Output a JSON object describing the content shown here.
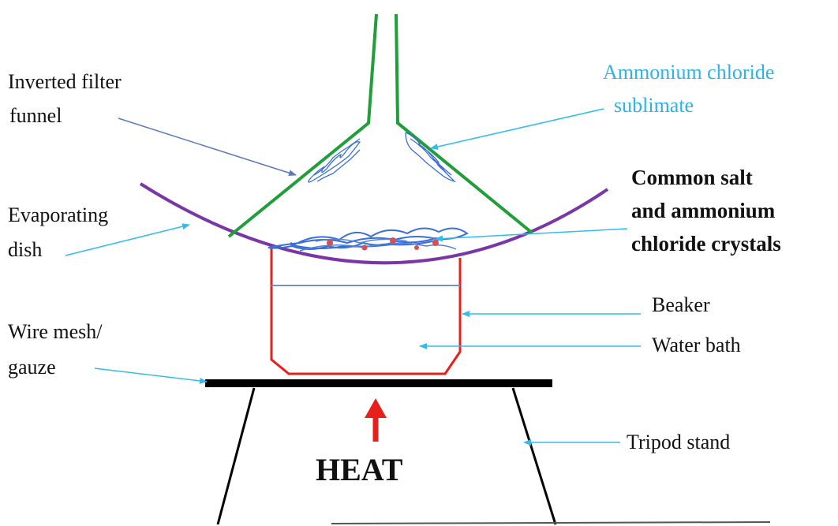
{
  "labels": {
    "funnel_line1": "Inverted filter",
    "funnel_line2": "funnel",
    "sublimate_line1": "Ammonium chloride",
    "sublimate_line2": "sublimate",
    "dish_line1": "Evaporating",
    "dish_line2": "dish",
    "crystals_line1": "Common salt",
    "crystals_line2": "and ammonium",
    "crystals_line3": "chloride crystals",
    "beaker": "Beaker",
    "water_bath": "Water bath",
    "mesh_line1": "Wire mesh/",
    "mesh_line2": "gauze",
    "tripod": "Tripod stand",
    "heat": "HEAT"
  },
  "colors": {
    "funnel": "#1f9e3a",
    "dish": "#7a36a6",
    "beaker": "#e8201c",
    "water_line": "#7a8fc8",
    "pointer": "#33bbee",
    "crystal": "#3a6fd8",
    "crystal_accent": "#d65050",
    "mesh": "#000000",
    "tripod": "#000000",
    "heat_arrow": "#e8201c"
  }
}
